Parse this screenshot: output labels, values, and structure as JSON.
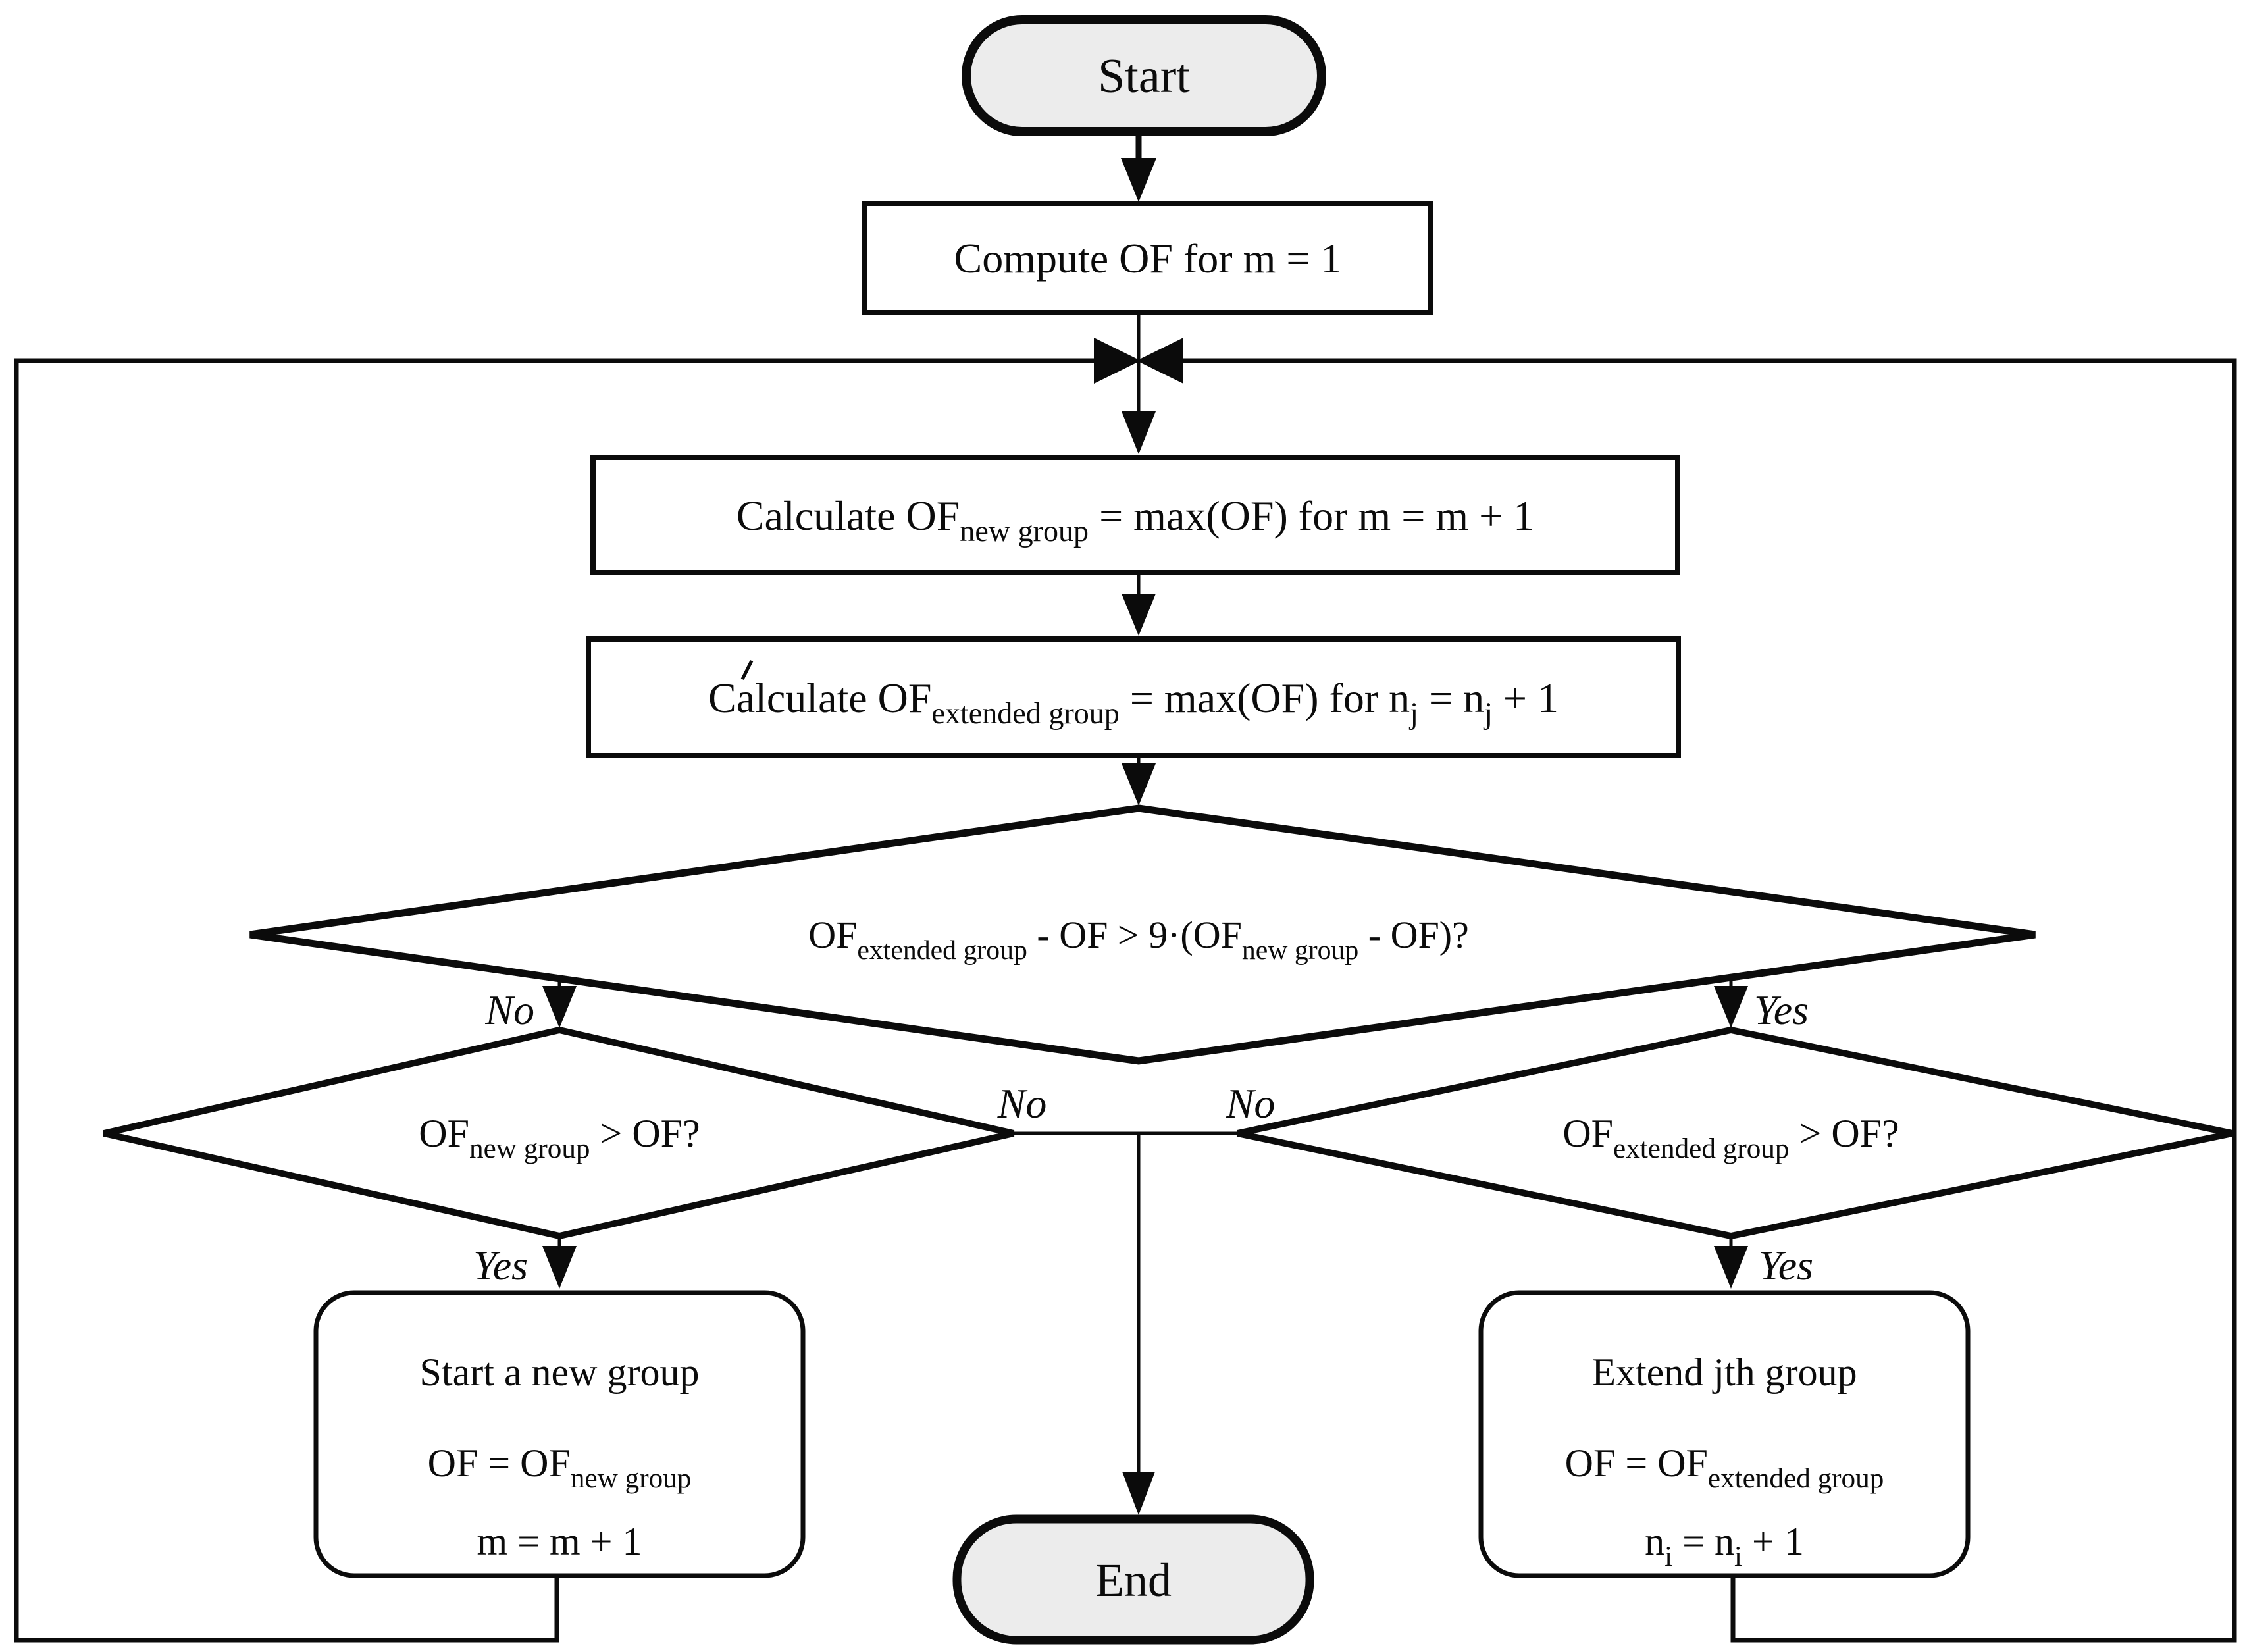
{
  "flowchart": {
    "nodes": {
      "start": {
        "label": "Start"
      },
      "compute": {
        "label": "Compute OF for m = 1"
      },
      "calc_new_group": {
        "segments": [
          {
            "t": "Calculate OF"
          },
          {
            "t": "new group",
            "sub": true
          },
          {
            "t": " = max(OF) for m = m + 1"
          }
        ]
      },
      "calc_extended_group": {
        "segments": [
          {
            "t": "Calculate OF"
          },
          {
            "t": "extended group",
            "sub": true
          },
          {
            "t": " = max(OF) for n"
          },
          {
            "t": "j",
            "sub": true
          },
          {
            "t": " = n"
          },
          {
            "t": "j",
            "sub": true
          },
          {
            "t": " + 1"
          }
        ]
      },
      "main_decision": {
        "segments": [
          {
            "t": "OF"
          },
          {
            "t": "extended group",
            "sub": true
          },
          {
            "t": " - OF > 9·(OF"
          },
          {
            "t": "new group",
            "sub": true
          },
          {
            "t": " - OF)?"
          }
        ]
      },
      "new_group_decision": {
        "segments": [
          {
            "t": "OF"
          },
          {
            "t": "new group",
            "sub": true
          },
          {
            "t": " > OF?"
          }
        ]
      },
      "extended_group_decision": {
        "segments": [
          {
            "t": "OF"
          },
          {
            "t": "extended group",
            "sub": true
          },
          {
            "t": " > OF?"
          }
        ]
      },
      "start_new_group": {
        "lines": [
          [
            {
              "t": "Start a new group"
            }
          ],
          [
            {
              "t": "OF = OF"
            },
            {
              "t": "new group",
              "sub": true
            }
          ],
          [
            {
              "t": "m = m + 1"
            }
          ]
        ]
      },
      "extend_jth_group": {
        "lines": [
          [
            {
              "t": "Extend jth group"
            }
          ],
          [
            {
              "t": "OF = OF"
            },
            {
              "t": "extended group",
              "sub": true
            }
          ],
          [
            {
              "t": "n"
            },
            {
              "t": "i",
              "sub": true
            },
            {
              "t": " = n"
            },
            {
              "t": "i",
              "sub": true
            },
            {
              "t": " + 1"
            }
          ]
        ]
      },
      "end": {
        "label": "End"
      }
    },
    "edge_labels": {
      "main_no": "No",
      "main_yes": "Yes",
      "center_no_left": "No",
      "center_no_right": "No",
      "new_group_yes": "Yes",
      "extended_group_yes": "Yes"
    },
    "colors": {
      "line": "#0b0b0b",
      "terminator_fill": "#ececec",
      "background": "#ffffff"
    }
  }
}
